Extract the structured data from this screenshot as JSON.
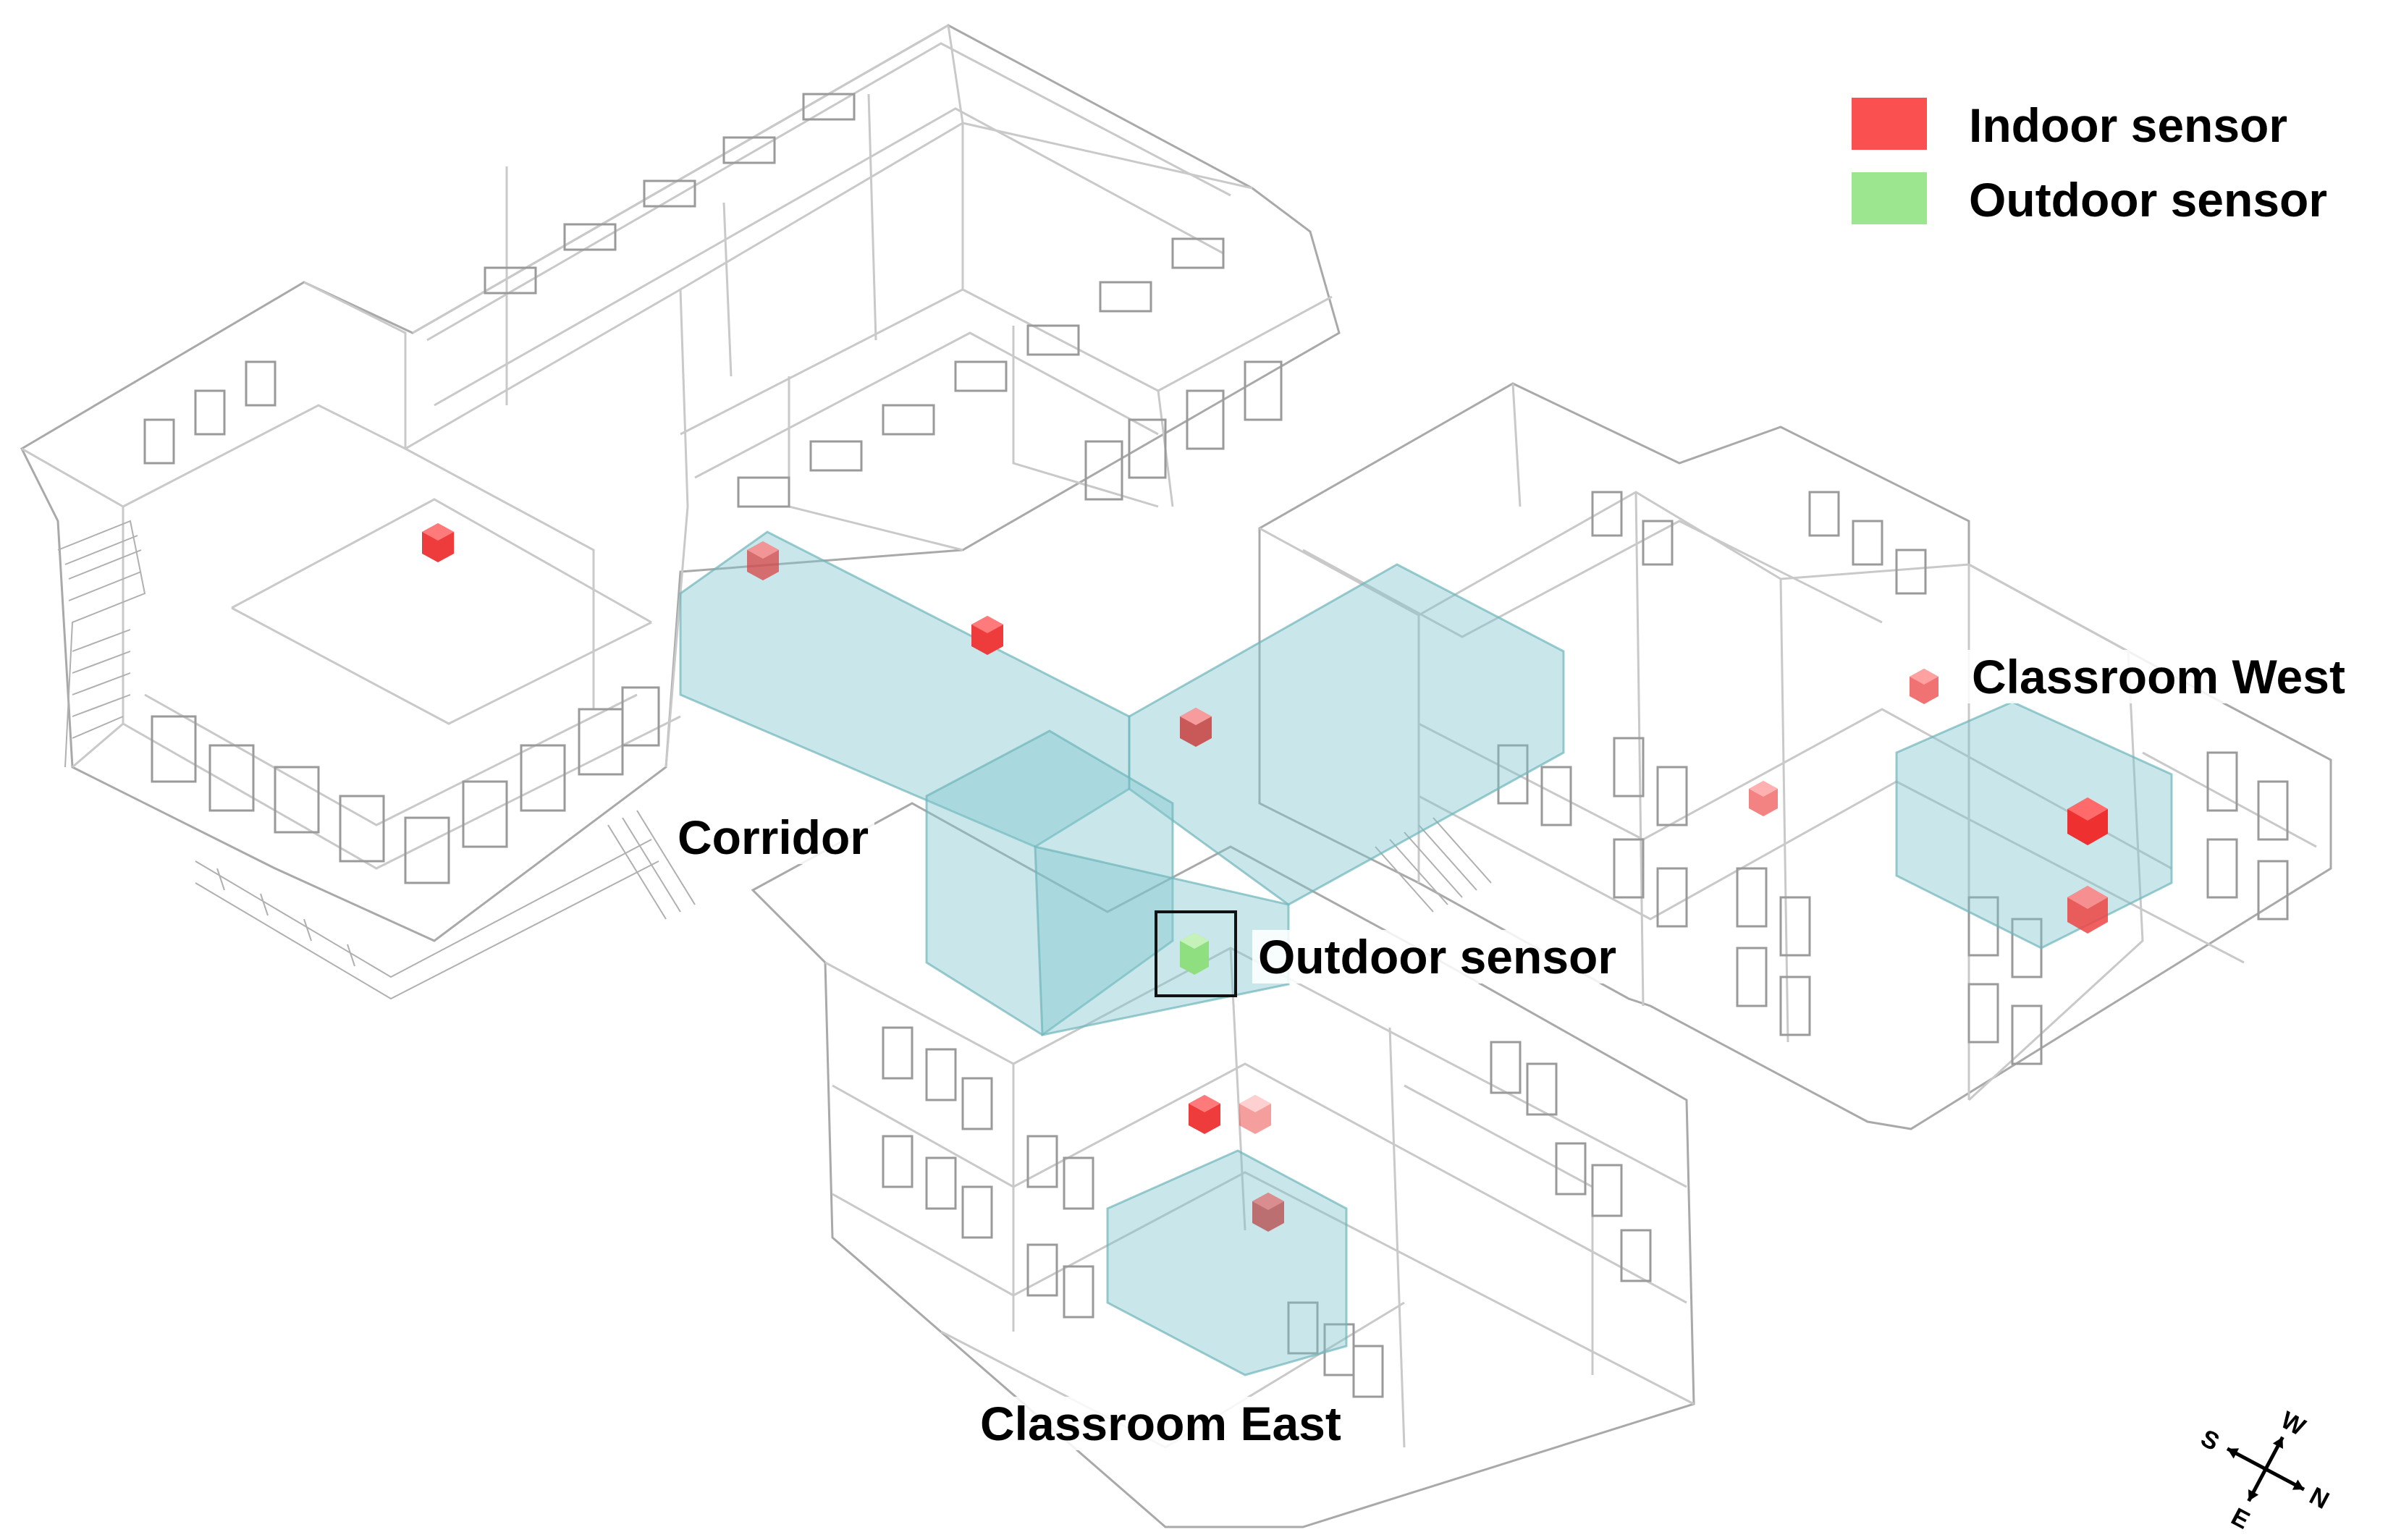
{
  "legend": {
    "indoor_label": "Indoor sensor",
    "outdoor_label": "Outdoor sensor",
    "indoor_color": "#fa5050",
    "outdoor_color": "#9de690"
  },
  "zones": {
    "corridor": "Corridor",
    "classroom_west": "Classroom West",
    "classroom_east": "Classroom East",
    "outdoor_sensor": "Outdoor sensor"
  },
  "zone_color": "#7fc6cc",
  "compass": {
    "north": "N",
    "south": "S",
    "east": "E",
    "west": "W"
  }
}
